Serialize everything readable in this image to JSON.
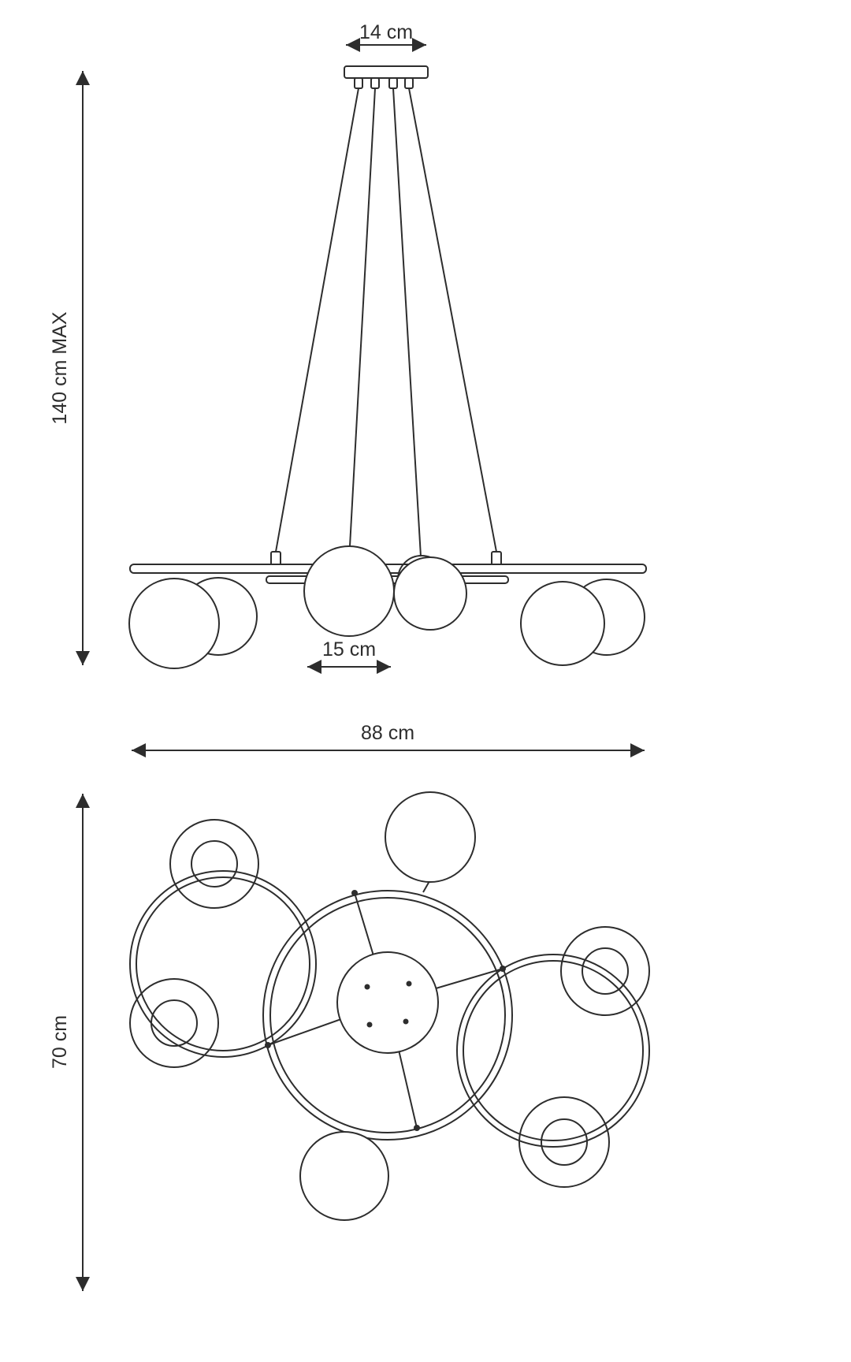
{
  "colors": {
    "line": "#2d2d2d",
    "background": "#ffffff"
  },
  "front_view": {
    "dim_canopy_width": "14 cm",
    "dim_max_height": "140 cm MAX",
    "dim_ball_diameter": "15 cm",
    "dim_total_width": "88 cm"
  },
  "top_view": {
    "dim_depth": "70 cm"
  }
}
